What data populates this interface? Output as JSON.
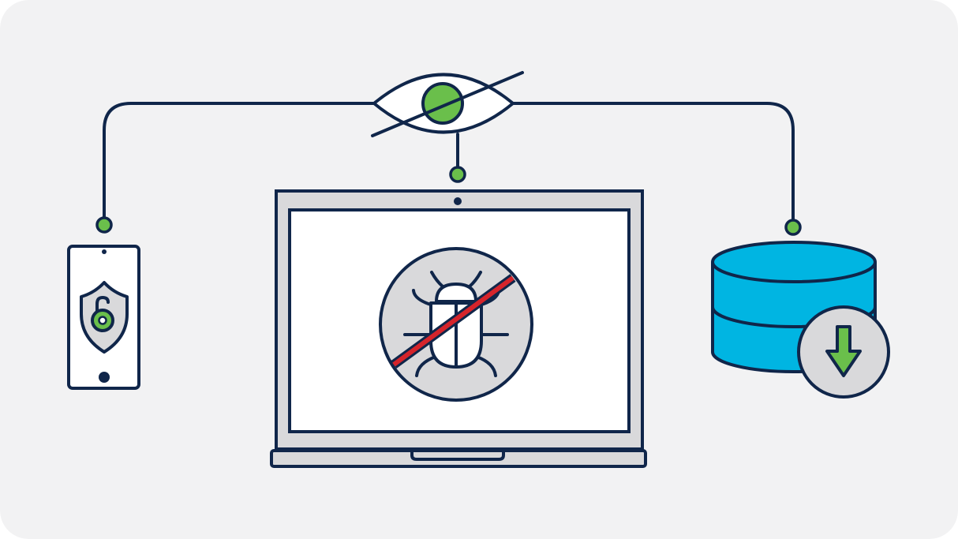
{
  "diagram": {
    "background_color": "#f2f2f3",
    "stroke_color": "#10264a",
    "accent_green": "#6abf4b",
    "accent_blue": "#00b5e2",
    "accent_red": "#d5242b",
    "neutral_gray": "#d9d9db",
    "screen_white": "#ffffff",
    "nodes": [
      {
        "id": "eye",
        "icon": "eye-slash-icon"
      },
      {
        "id": "phone",
        "icon": "phone-shield-unlock-icon"
      },
      {
        "id": "laptop",
        "icon": "laptop-icon"
      },
      {
        "id": "bug",
        "icon": "no-bug-icon"
      },
      {
        "id": "database",
        "icon": "database-icon"
      },
      {
        "id": "download",
        "icon": "download-arrow-icon"
      }
    ]
  }
}
